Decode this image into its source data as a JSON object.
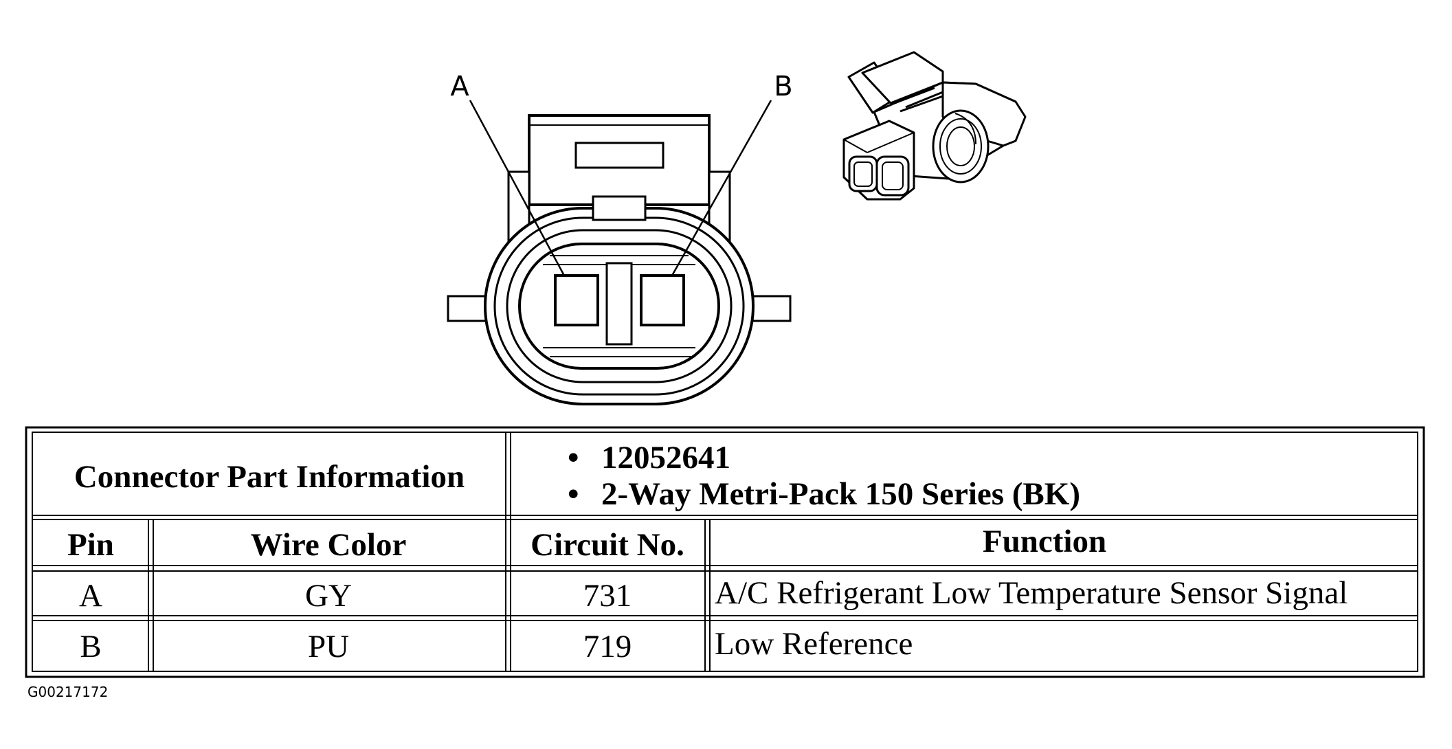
{
  "connector_face": {
    "pin_labels": [
      "A",
      "B"
    ]
  },
  "table": {
    "part_info_label": "Connector Part Information",
    "part_info_items": [
      "12052641",
      "2-Way Metri-Pack 150 Series (BK)"
    ],
    "bullet": "•",
    "headers": {
      "pin": "Pin",
      "wire_color": "Wire Color",
      "circuit": "Circuit No.",
      "function": "Function"
    },
    "rows": [
      {
        "pin": "A",
        "wire_color": "GY",
        "circuit": "731",
        "function": "A/C Refrigerant Low Temperature Sensor Signal"
      },
      {
        "pin": "B",
        "wire_color": "PU",
        "circuit": "719",
        "function": "Low Reference"
      }
    ]
  },
  "figure_id": "G00217172"
}
